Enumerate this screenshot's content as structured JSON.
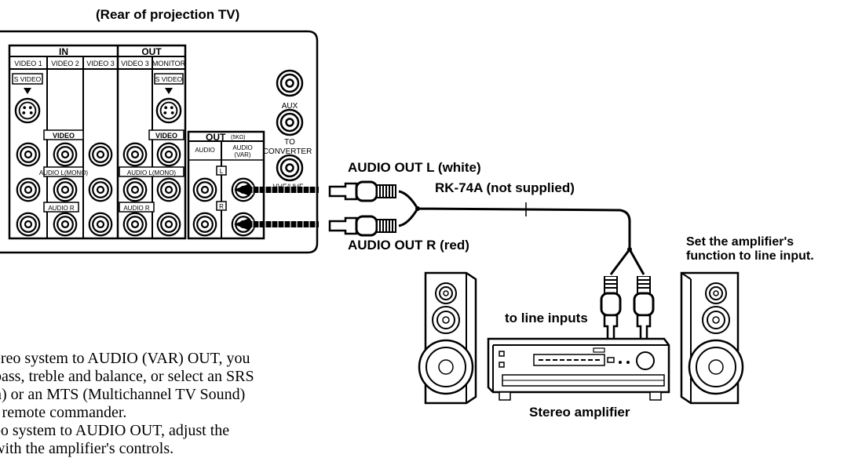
{
  "rear_title": "(Rear of projection TV)",
  "panel": {
    "in_header": "IN",
    "out_header": "OUT",
    "cols": [
      "VIDEO 1",
      "VIDEO 2",
      "VIDEO 3",
      "VIDEO 3",
      "MONITOR"
    ],
    "svideo_label": "S VIDEO",
    "video_label": "VIDEO",
    "audio_l_label": "AUDIO L(MONO)",
    "audio_r_label": "AUDIO R",
    "aux_label": "AUX",
    "to_label": "TO",
    "converter_label": "CONVERTER",
    "vhf_label": "VHF/UHF",
    "audio_out_header": "OUT",
    "audio_out_note": "(5KΩ)",
    "audio_col": "AUDIO",
    "audio_var_line1": "AUDIO",
    "audio_var_line2": "(VAR)",
    "l_mark": "L",
    "r_mark": "R"
  },
  "labels": {
    "audio_out_l": "AUDIO OUT L (white)",
    "cable": "RK-74A (not supplied)",
    "audio_out_r": "AUDIO OUT R (red)",
    "amp_note_line1": "Set the amplifier's",
    "amp_note_line2": "function to line input.",
    "line_inputs": "to line inputs",
    "stereo_amp": "Stereo amplifier"
  },
  "body_lines": [
    "ereo system to AUDIO (VAR) OUT, you",
    "bass, treble and balance, or select an SRS",
    "n) or an MTS (Multichannel TV Sound)",
    "l remote commander.",
    "eo system to AUDIO OUT, adjust the",
    " with the amplifier's controls."
  ]
}
